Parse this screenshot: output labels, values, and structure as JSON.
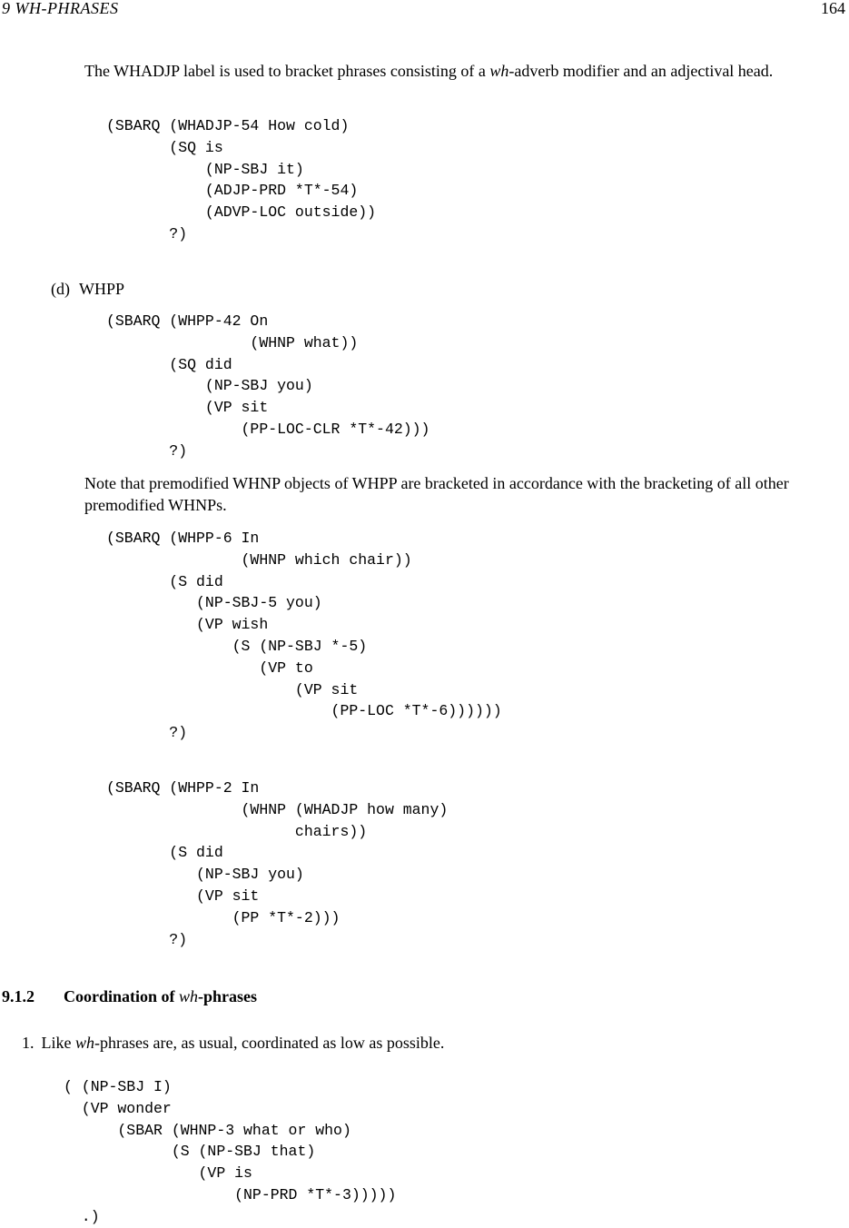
{
  "header": {
    "chapter": "9   WH-PHRASES",
    "page_number": "164"
  },
  "para_whadjp": {
    "text_before": "The WHADJP label is used to bracket phrases consisting of a ",
    "wh": "wh",
    "text_after": "-adverb modifier and an adjectival head."
  },
  "code1": "(SBARQ (WHADJP-54 How cold)\n       (SQ is\n           (NP-SBJ it)\n           (ADJP-PRD *T*-54)\n           (ADVP-LOC outside))\n       ?)",
  "item_d": {
    "marker": "(d)",
    "label": "WHPP"
  },
  "code2": "(SBARQ (WHPP-42 On\n                (WHNP what))\n       (SQ did\n           (NP-SBJ you)\n           (VP sit\n               (PP-LOC-CLR *T*-42)))\n       ?)",
  "para_note": "Note that premodified WHNP objects of WHPP are bracketed in accordance with the bracketing of all other premodified WHNPs.",
  "code3": "(SBARQ (WHPP-6 In\n               (WHNP which chair))\n       (S did\n          (NP-SBJ-5 you)\n          (VP wish\n              (S (NP-SBJ *-5)\n                 (VP to\n                     (VP sit\n                         (PP-LOC *T*-6))))))\n       ?)",
  "code4": "(SBARQ (WHPP-2 In\n               (WHNP (WHADJP how many)\n                     chairs))\n       (S did\n          (NP-SBJ you)\n          (VP sit\n              (PP *T*-2)))\n       ?)",
  "section": {
    "number": "9.1.2",
    "title_before": "Coordination of ",
    "title_wh": "wh",
    "title_after": "-phrases"
  },
  "item_1": {
    "marker": "1.",
    "text_before": "Like ",
    "wh": "wh",
    "text_after": "-phrases are, as usual, coordinated as low as possible."
  },
  "code5": "( (NP-SBJ I)\n  (VP wonder\n      (SBAR (WHNP-3 what or who)\n            (S (NP-SBJ that)\n               (VP is\n                   (NP-PRD *T*-3)))))\n  .)"
}
